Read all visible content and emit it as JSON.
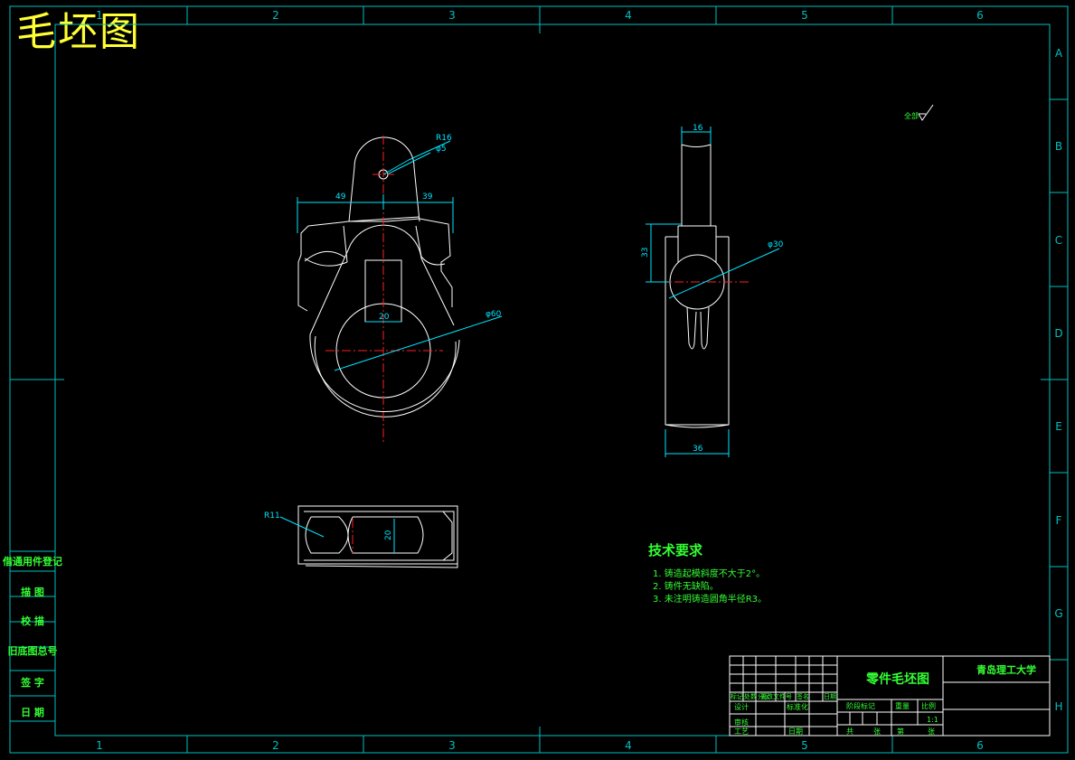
{
  "title": "毛坯图",
  "border": {
    "columns": [
      "1",
      "2",
      "3",
      "4",
      "5",
      "6"
    ],
    "rows": [
      "A",
      "B",
      "C",
      "D",
      "E",
      "F",
      "G",
      "H"
    ]
  },
  "colors": {
    "background": "#000000",
    "frame": "#00bfbf",
    "outline": "#ffffff",
    "centerline": "#ff2020",
    "dimension": "#00e5ff",
    "text": "#33ff33",
    "title": "#ffff33"
  },
  "front_view": {
    "dims": {
      "radius_top": "R16",
      "hole": "φ5",
      "left_width": "49",
      "right_width": "39",
      "slot_width": "20",
      "bore": "φ60"
    }
  },
  "side_view": {
    "dims": {
      "top_width": "16",
      "height": "33",
      "bore": "φ30",
      "bottom_width": "36"
    }
  },
  "bottom_view": {
    "dims": {
      "radius": "R11",
      "width": "20"
    }
  },
  "roughness_note": "全部",
  "tech_requirements": {
    "heading": "技术要求",
    "items": [
      "1. 铸造起模斜度不大于2°。",
      "2. 铸件无缺陷。",
      "3. 未注明铸造圆角半径R3。"
    ]
  },
  "left_panel": {
    "labels": [
      "借通用件登记",
      "描  图",
      "校  描",
      "旧底图总号",
      "签  字",
      "日  期"
    ]
  },
  "title_block": {
    "part_name": "零件毛坯图",
    "school": "青岛理工大学",
    "row_labels": [
      "标记",
      "处数",
      "分区",
      "更改文件号",
      "签名",
      "日期"
    ],
    "design": "设计",
    "standardization": "标准化",
    "review": "审核",
    "process": "工艺",
    "approve": "日期",
    "stage_mark": "阶段标记",
    "weight": "重量",
    "scale": "比例",
    "scale_value": "1:1",
    "total": "共",
    "sheet": "张",
    "page": "第",
    "page2": "张"
  }
}
